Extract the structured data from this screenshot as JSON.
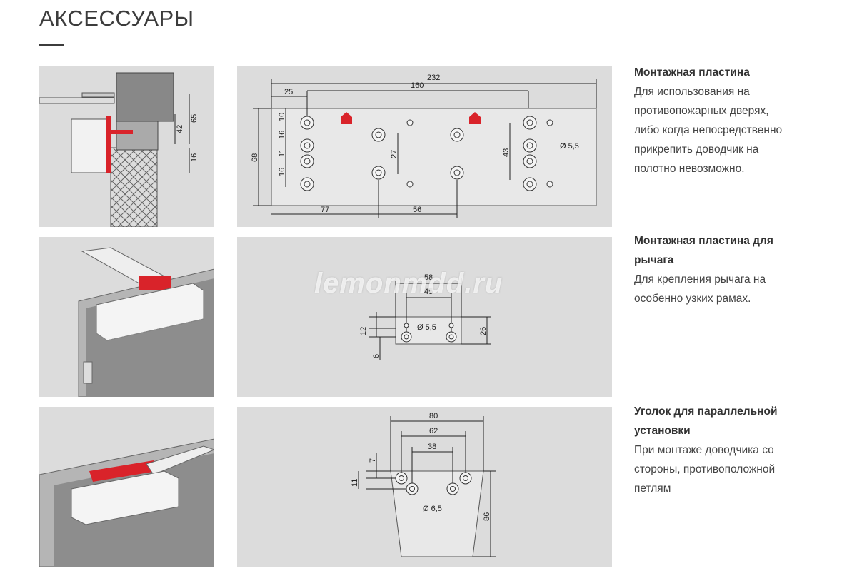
{
  "page": {
    "title": "АКСЕССУАРЫ",
    "watermark": "lemonmdd.ru"
  },
  "items": [
    {
      "heading": "Монтажная пластина",
      "text_lines": [
        "Для использования на",
        "противопожарных дверях,",
        "либо когда непосредственно",
        "прикрепить доводчик на",
        "полотно невозможно."
      ],
      "dims": {
        "overall": "232",
        "offset": "25",
        "span": "160",
        "height": "68",
        "v1": "10",
        "v2": "16",
        "v3": "11",
        "v4": "16",
        "mid": "27",
        "right": "43",
        "hole": "Ø 5,5",
        "bottom1": "77",
        "bottom2": "56"
      },
      "side_dims": {
        "a": "42",
        "b": "65",
        "c": "16"
      }
    },
    {
      "heading_lines": [
        "Монтажная пластина для",
        "рычага"
      ],
      "text_lines": [
        "Для крепления рычага на",
        "особенно узких рамах."
      ],
      "dims": {
        "w1": "58",
        "w2": "45",
        "v1": "12",
        "hole": "Ø 5,5",
        "h": "26",
        "v2": "6"
      }
    },
    {
      "heading_lines": [
        "Уголок для параллельной",
        "установки"
      ],
      "text_lines": [
        "При монтаже доводчика со",
        "стороны, противоположной",
        "петлям"
      ],
      "dims": {
        "w1": "80",
        "w2": "62",
        "w3": "38",
        "v1": "7",
        "v2": "11",
        "hole": "Ø 6,5",
        "h": "86"
      }
    }
  ],
  "colors": {
    "panel": "#dcdcdc",
    "accent": "#d9232a",
    "plate": "#e8e8e8"
  }
}
